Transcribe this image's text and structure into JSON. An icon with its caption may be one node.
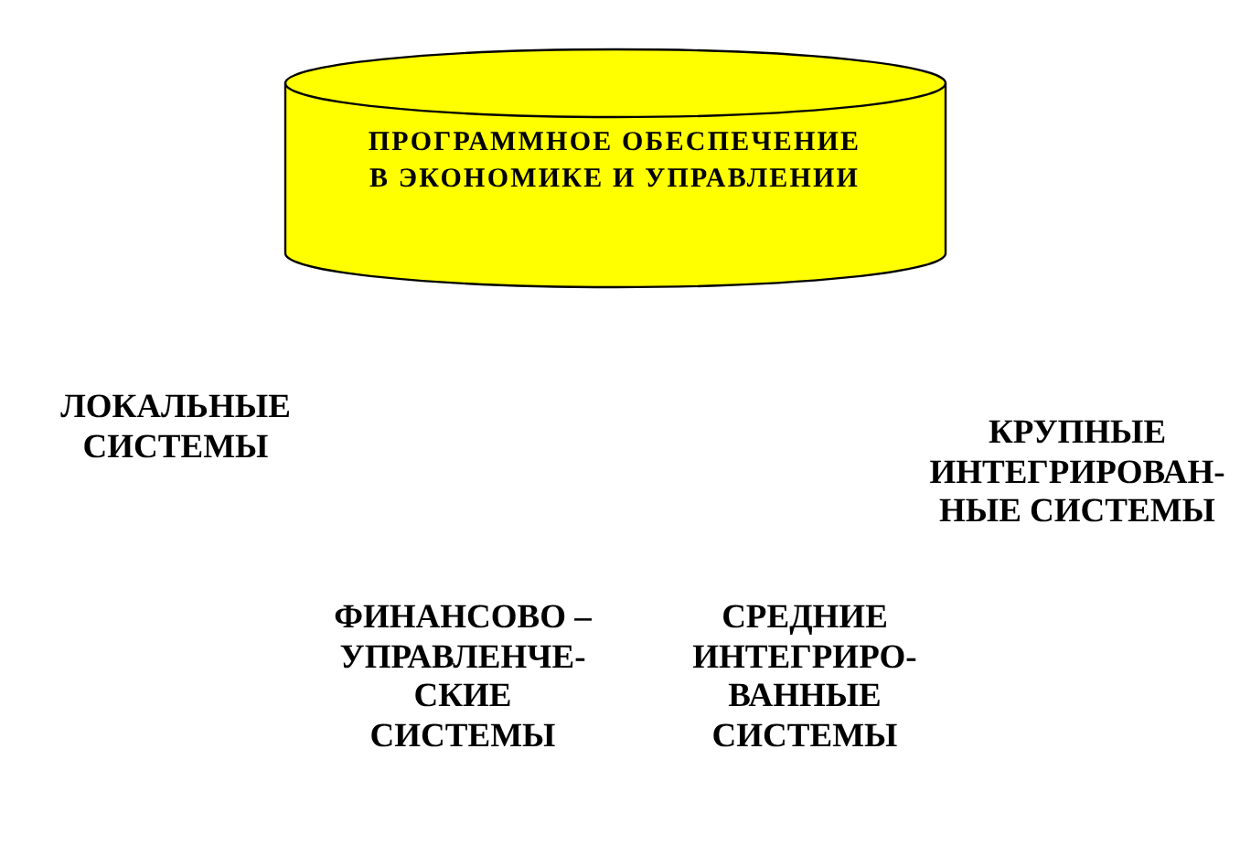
{
  "diagram": {
    "nodes": [
      {
        "text": [
          "ПРОГРАММНОЕ ОБЕСПЕЧЕНИЕ В ЭКОНОМИКЕ И УПРАВЛЕНИИ"
        ]
      }
    ],
    "edges": [],
    "labels": [
      "ЛОКАЛЬНЫЕ СИСТЕМЫ",
      "КРУПНЫЕ ИНТЕГРИРОВАН- НЫЕ СИСТЕМЫ",
      "ФИНАНСОВО – УПРАВЛЕНЧЕ- СКИЕ СИСТЕМЫ",
      "СРЕДНИЕ ИНТЕГРИРО- ВАННЫЕ СИСТЕМЫ"
    ]
  }
}
